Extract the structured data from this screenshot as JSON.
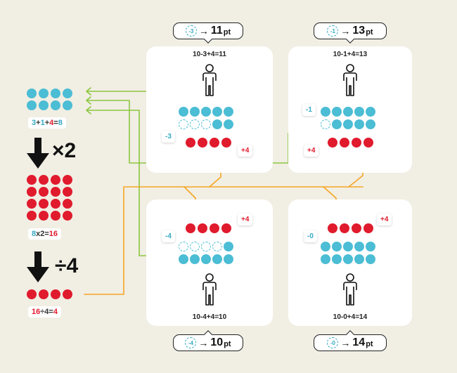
{
  "colors": {
    "blue": "#4bbdd4",
    "red": "#e01b2d",
    "green": "#8cc63f",
    "orange": "#f5a623",
    "background": "#f1eee4"
  },
  "left": {
    "sum_label": {
      "a": "3",
      "p1": "+",
      "b": "1",
      "p2": "+",
      "c": "4",
      "eq": "=",
      "d": "8"
    },
    "multiply_label": "×2",
    "product_label": {
      "a": "8",
      "op": "x2=",
      "r": "16"
    },
    "divide_label": "÷4",
    "quotient_label": {
      "a": "16",
      "op": "÷4=",
      "r": "4"
    }
  },
  "panels": {
    "tl": {
      "equation": "10-3+4=11",
      "minus_tag": "-3",
      "plus_tag": "+4",
      "bubble": {
        "circle": "-3",
        "arrow": "→",
        "value": "11",
        "unit": "pt"
      }
    },
    "tr": {
      "equation": "10-1+4=13",
      "minus_tag": "-1",
      "plus_tag": "+4",
      "bubble": {
        "circle": "-1",
        "arrow": "→",
        "value": "13",
        "unit": "pt"
      }
    },
    "bl": {
      "equation": "10-4+4=10",
      "minus_tag": "-4",
      "plus_tag": "+4",
      "bubble": {
        "circle": "-4",
        "arrow": "→",
        "value": "10",
        "unit": "pt"
      }
    },
    "br": {
      "equation": "10-0+4=14",
      "minus_tag": "-0",
      "plus_tag": "+4",
      "bubble": {
        "circle": "-0",
        "arrow": "→",
        "value": "14",
        "unit": "pt"
      }
    }
  }
}
